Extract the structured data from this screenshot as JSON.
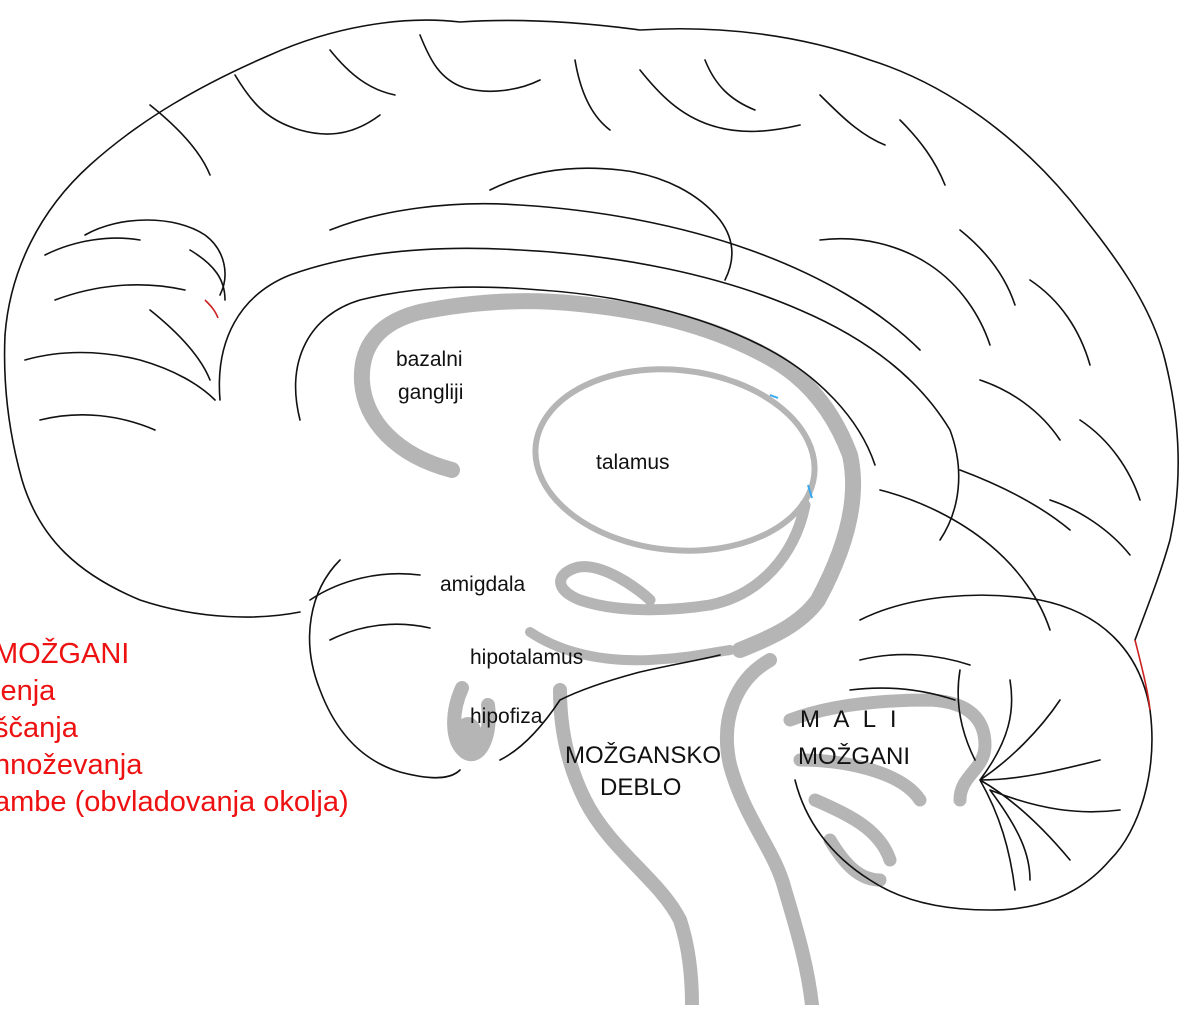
{
  "labels": {
    "bazalni_1": "bazalni",
    "bazalni_2": "gangliji",
    "talamus": "talamus",
    "amigdala": "amigdala",
    "hipotalamus": "hipotalamus",
    "hipofiza": "hipofiza",
    "deblo_1": "MOŽGANSKO",
    "deblo_2": "DEBLO",
    "mali_1": "M A L I",
    "mali_2": "MOŽGANI"
  },
  "side_list": {
    "title": "MOŽGANI",
    "items": [
      "jenja",
      "ščanja",
      "nnoževanja",
      "ambe (obvladovanja okolja)"
    ]
  },
  "colors": {
    "outline": "#111111",
    "limbic_gray": "#b5b5b5",
    "side_text": "#ee1111",
    "background": "#ffffff"
  }
}
